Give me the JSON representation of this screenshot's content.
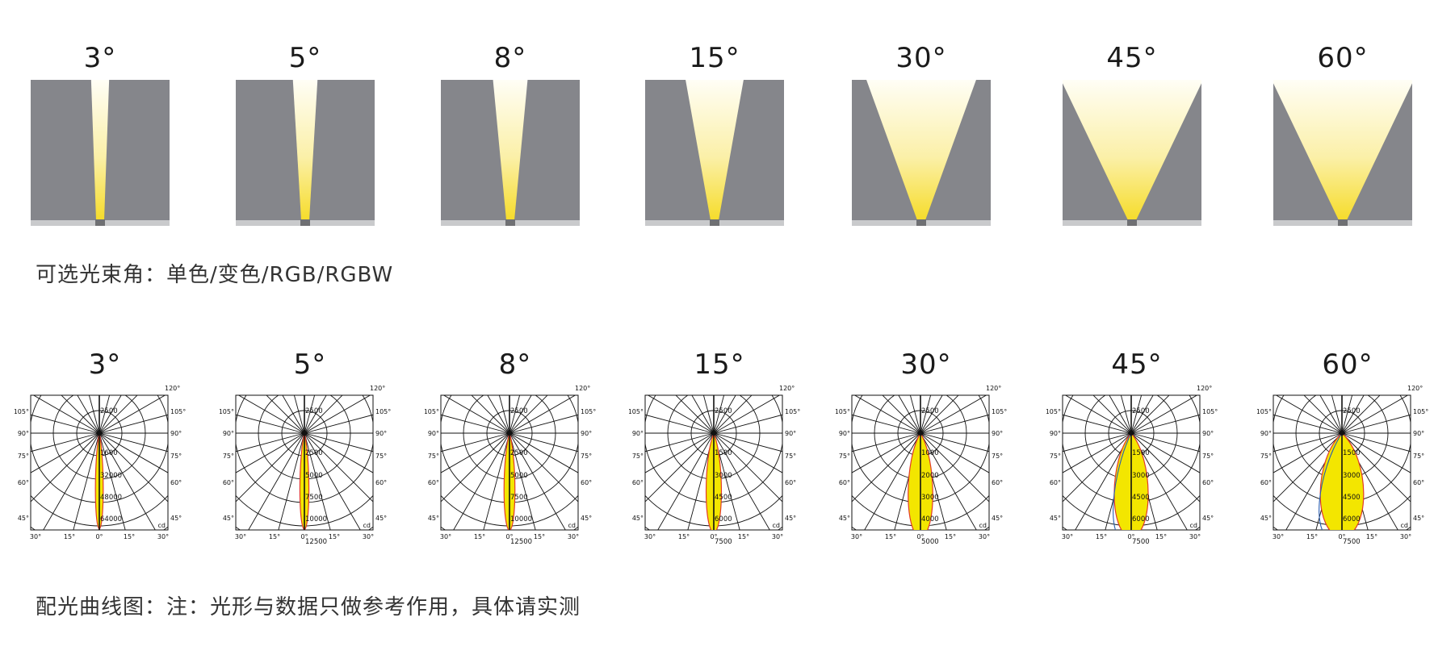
{
  "beams": [
    {
      "label": "3°",
      "angle": 3
    },
    {
      "label": "5°",
      "angle": 5
    },
    {
      "label": "8°",
      "angle": 8
    },
    {
      "label": "15°",
      "angle": 15
    },
    {
      "label": "30°",
      "angle": 30
    },
    {
      "label": "45°",
      "angle": 45
    },
    {
      "label": "60°",
      "angle": 60
    }
  ],
  "beam_caption": "可选光束角：单色/变色/RGB/RGBW",
  "polar_caption": "配光曲线图：注：光形与数据只做参考作用，具体请实测",
  "polar_axis": {
    "left_ticks": [
      "105°",
      "90°",
      "75°",
      "60°",
      "45°"
    ],
    "right_ticks": [
      "105°",
      "90°",
      "75°",
      "60°",
      "45°"
    ],
    "top_right_tick": "120°",
    "bottom_ticks": [
      "30°",
      "15°",
      "0°",
      "15°",
      "30°"
    ],
    "unit": "cd"
  },
  "polars": [
    {
      "label": "3°",
      "rings": [
        "2500",
        "1600",
        "32000",
        "48000",
        "64000"
      ],
      "spread": 3
    },
    {
      "label": "5°",
      "rings": [
        "2500",
        "2500",
        "5000",
        "7500",
        "10000",
        "12500"
      ],
      "spread": 5
    },
    {
      "label": "8°",
      "rings": [
        "2500",
        "2500",
        "5000",
        "7500",
        "10000",
        "12500"
      ],
      "spread": 8
    },
    {
      "label": "15°",
      "rings": [
        "2500",
        "1500",
        "3000",
        "4500",
        "6000",
        "7500"
      ],
      "spread": 15
    },
    {
      "label": "30°",
      "rings": [
        "2500",
        "1000",
        "2000",
        "3000",
        "4000",
        "5000"
      ],
      "spread": 30
    },
    {
      "label": "45°",
      "rings": [
        "2500",
        "1500",
        "3000",
        "4500",
        "6000",
        "7500"
      ],
      "spread": 45
    },
    {
      "label": "60°",
      "rings": [
        "2500",
        "1500",
        "3000",
        "4500",
        "6000",
        "7500"
      ],
      "spread": 60
    }
  ],
  "colors": {
    "wall": "#85868b",
    "floor": "#c9cacc",
    "fixture": "#6f7073",
    "light_top": "#fffef6",
    "light_bottom": "#f6dc2a",
    "curve_fill": "#f3e600",
    "curve_red": "#e23a2a",
    "curve_blue": "#2a5db0"
  }
}
